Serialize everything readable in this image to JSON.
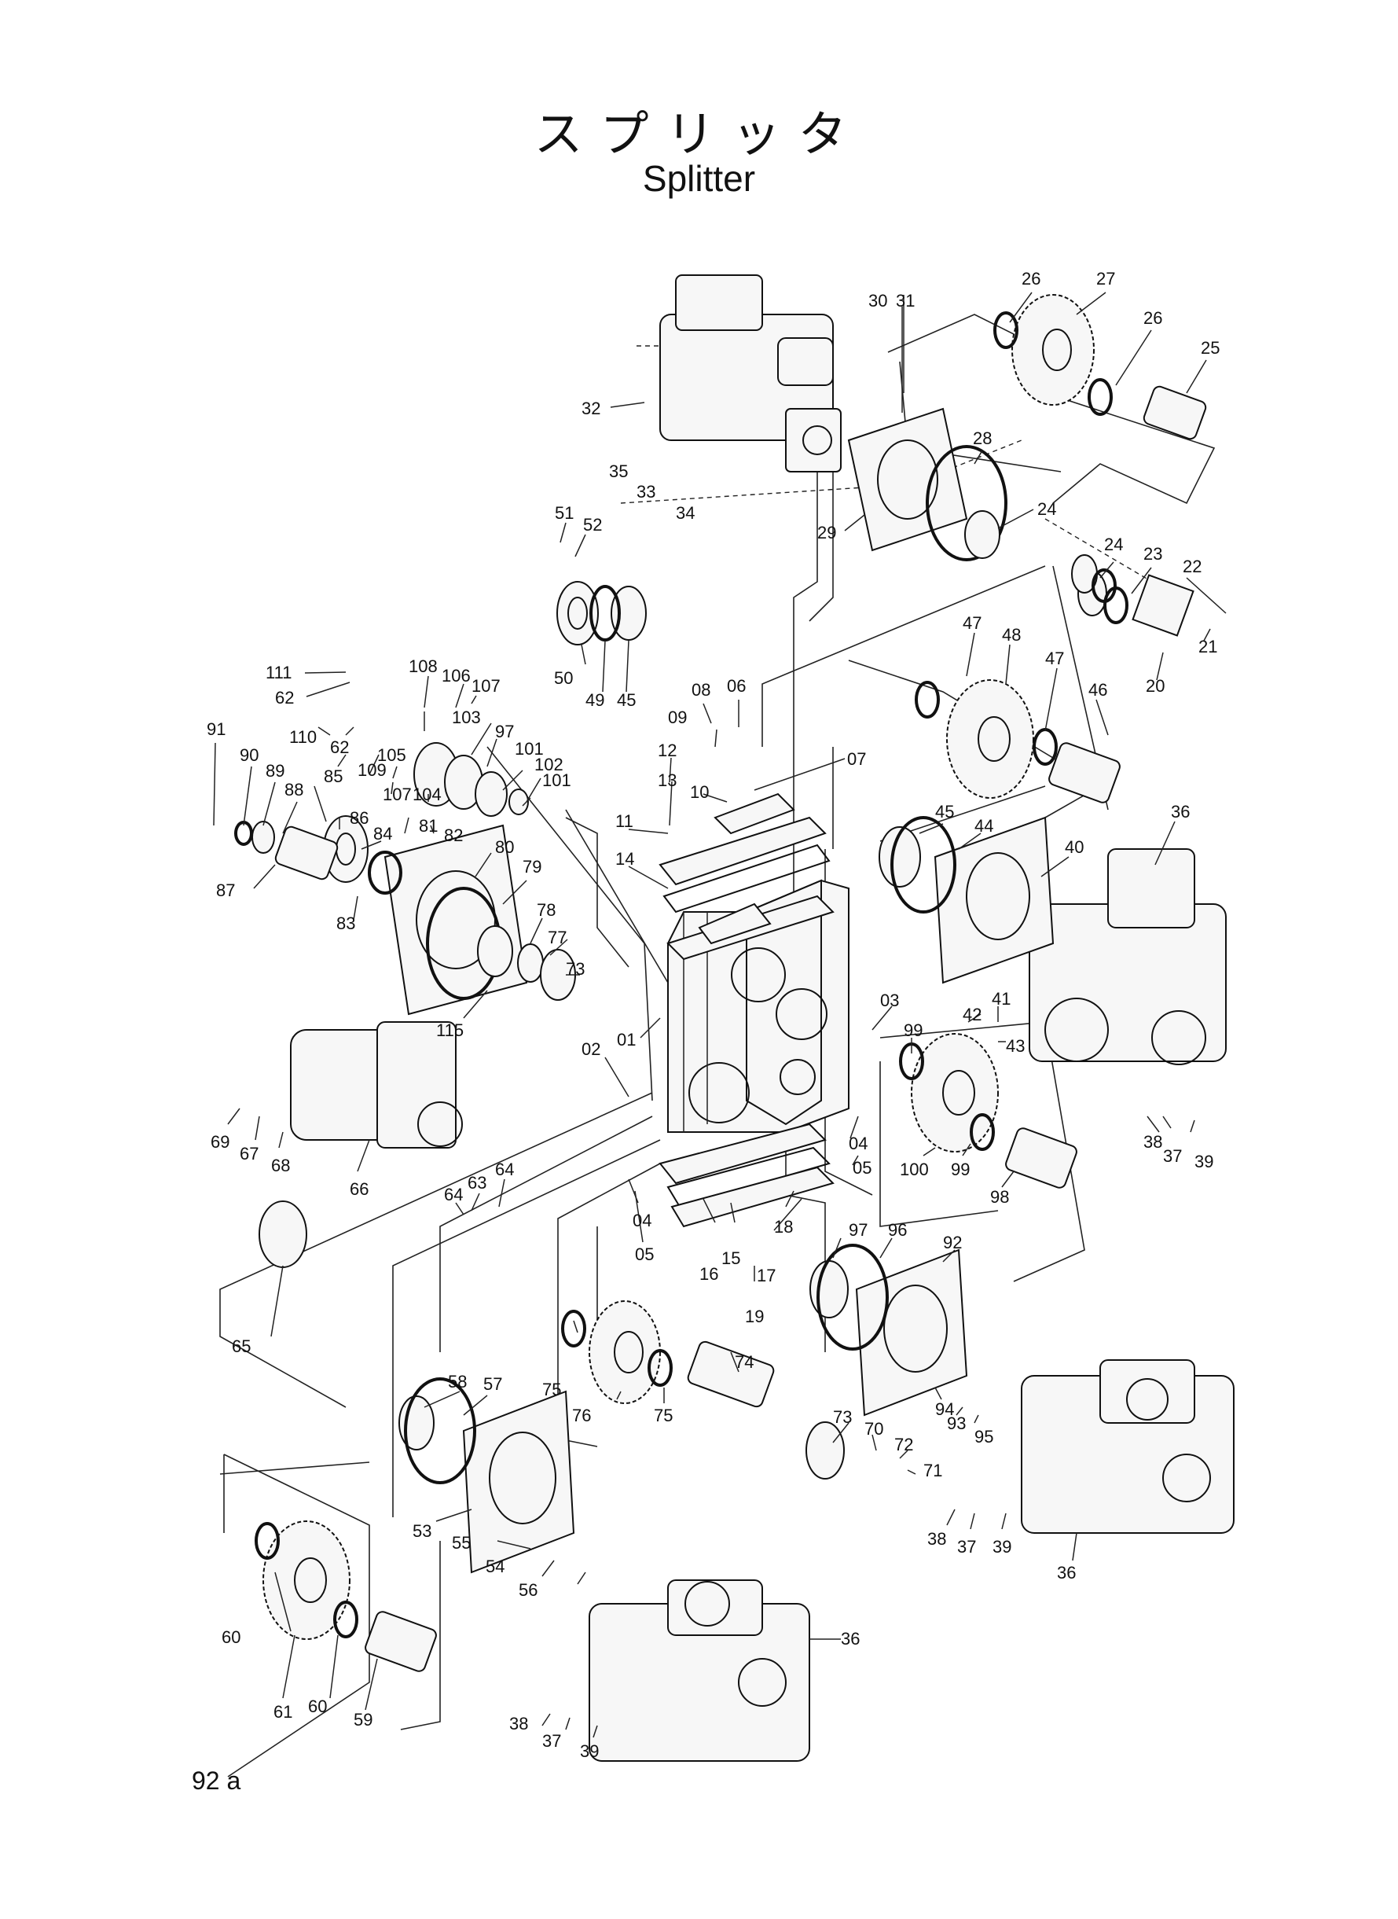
{
  "title": {
    "japanese": "スプリッタ",
    "english": "Splitter"
  },
  "page_number": "92 a",
  "callouts": [
    {
      "id": "c25",
      "text": "25"
    },
    {
      "id": "c26a",
      "text": "26"
    },
    {
      "id": "c26b",
      "text": "26"
    },
    {
      "id": "c27",
      "text": "27"
    },
    {
      "id": "c28",
      "text": "28"
    },
    {
      "id": "c24a",
      "text": "24"
    },
    {
      "id": "c29",
      "text": "29"
    },
    {
      "id": "c30",
      "text": "30"
    },
    {
      "id": "c31",
      "text": "31"
    },
    {
      "id": "c32",
      "text": "32"
    },
    {
      "id": "c33",
      "text": "33"
    },
    {
      "id": "c34",
      "text": "34"
    },
    {
      "id": "c35",
      "text": "35"
    },
    {
      "id": "c24b",
      "text": "24"
    },
    {
      "id": "c23",
      "text": "23"
    },
    {
      "id": "c22",
      "text": "22"
    },
    {
      "id": "c21",
      "text": "21"
    },
    {
      "id": "c20",
      "text": "20"
    },
    {
      "id": "c51",
      "text": "51"
    },
    {
      "id": "c52",
      "text": "52"
    },
    {
      "id": "c50",
      "text": "50"
    },
    {
      "id": "c49",
      "text": "49"
    },
    {
      "id": "c45a",
      "text": "45"
    },
    {
      "id": "c47a",
      "text": "47"
    },
    {
      "id": "c48",
      "text": "48"
    },
    {
      "id": "c47b",
      "text": "47"
    },
    {
      "id": "c46",
      "text": "46"
    },
    {
      "id": "c111",
      "text": "111"
    },
    {
      "id": "c108",
      "text": "108"
    },
    {
      "id": "c106",
      "text": "106"
    },
    {
      "id": "c107a",
      "text": "107"
    },
    {
      "id": "c62a",
      "text": "62"
    },
    {
      "id": "c110",
      "text": "110"
    },
    {
      "id": "c62b",
      "text": "62"
    },
    {
      "id": "c109",
      "text": "109"
    },
    {
      "id": "c103",
      "text": "103"
    },
    {
      "id": "c97a",
      "text": "97"
    },
    {
      "id": "c105",
      "text": "105"
    },
    {
      "id": "c107b",
      "text": "107"
    },
    {
      "id": "c104",
      "text": "104"
    },
    {
      "id": "c101a",
      "text": "101"
    },
    {
      "id": "c102",
      "text": "102"
    },
    {
      "id": "c101b",
      "text": "101"
    },
    {
      "id": "c91",
      "text": "91"
    },
    {
      "id": "c90",
      "text": "90"
    },
    {
      "id": "c89",
      "text": "89"
    },
    {
      "id": "c88",
      "text": "88"
    },
    {
      "id": "c85",
      "text": "85"
    },
    {
      "id": "c86",
      "text": "86"
    },
    {
      "id": "c87",
      "text": "87"
    },
    {
      "id": "c84",
      "text": "84"
    },
    {
      "id": "c81",
      "text": "81"
    },
    {
      "id": "c82",
      "text": "82"
    },
    {
      "id": "c80",
      "text": "80"
    },
    {
      "id": "c79",
      "text": "79"
    },
    {
      "id": "c78",
      "text": "78"
    },
    {
      "id": "c83",
      "text": "83"
    },
    {
      "id": "c77",
      "text": "77"
    },
    {
      "id": "c73a",
      "text": "73"
    },
    {
      "id": "c115",
      "text": "115"
    },
    {
      "id": "c08",
      "text": "08"
    },
    {
      "id": "c06",
      "text": "06"
    },
    {
      "id": "c09",
      "text": "09"
    },
    {
      "id": "c07",
      "text": "07"
    },
    {
      "id": "c12",
      "text": "12"
    },
    {
      "id": "c10",
      "text": "10"
    },
    {
      "id": "c13",
      "text": "13"
    },
    {
      "id": "c11",
      "text": "11"
    },
    {
      "id": "c14",
      "text": "14"
    },
    {
      "id": "c01",
      "text": "01"
    },
    {
      "id": "c02",
      "text": "02"
    },
    {
      "id": "c03",
      "text": "03"
    },
    {
      "id": "c45b",
      "text": "45"
    },
    {
      "id": "c44",
      "text": "44"
    },
    {
      "id": "c40",
      "text": "40"
    },
    {
      "id": "c36a",
      "text": "36"
    },
    {
      "id": "c41",
      "text": "41"
    },
    {
      "id": "c42",
      "text": "42"
    },
    {
      "id": "c43",
      "text": "43"
    },
    {
      "id": "c99a",
      "text": "99"
    },
    {
      "id": "c100",
      "text": "100"
    },
    {
      "id": "c99b",
      "text": "99"
    },
    {
      "id": "c98",
      "text": "98"
    },
    {
      "id": "c38a",
      "text": "38"
    },
    {
      "id": "c37a",
      "text": "37"
    },
    {
      "id": "c39a",
      "text": "39"
    },
    {
      "id": "c69",
      "text": "69"
    },
    {
      "id": "c67",
      "text": "67"
    },
    {
      "id": "c68",
      "text": "68"
    },
    {
      "id": "c66",
      "text": "66"
    },
    {
      "id": "c04a",
      "text": "04"
    },
    {
      "id": "c05a",
      "text": "05"
    },
    {
      "id": "c04b",
      "text": "04"
    },
    {
      "id": "c05b",
      "text": "05"
    },
    {
      "id": "c64a",
      "text": "64"
    },
    {
      "id": "c63",
      "text": "63"
    },
    {
      "id": "c64b",
      "text": "64"
    },
    {
      "id": "c18",
      "text": "18"
    },
    {
      "id": "c16",
      "text": "16"
    },
    {
      "id": "c15",
      "text": "15"
    },
    {
      "id": "c17",
      "text": "17"
    },
    {
      "id": "c19",
      "text": "19"
    },
    {
      "id": "c97b",
      "text": "97"
    },
    {
      "id": "c96",
      "text": "96"
    },
    {
      "id": "c92",
      "text": "92"
    },
    {
      "id": "c65",
      "text": "65"
    },
    {
      "id": "c58",
      "text": "58"
    },
    {
      "id": "c57",
      "text": "57"
    },
    {
      "id": "c75a",
      "text": "75"
    },
    {
      "id": "c74",
      "text": "74"
    },
    {
      "id": "c76",
      "text": "76"
    },
    {
      "id": "c75b",
      "text": "75"
    },
    {
      "id": "c94",
      "text": "94"
    },
    {
      "id": "c93",
      "text": "93"
    },
    {
      "id": "c95",
      "text": "95"
    },
    {
      "id": "c73b",
      "text": "73"
    },
    {
      "id": "c70",
      "text": "70"
    },
    {
      "id": "c72",
      "text": "72"
    },
    {
      "id": "c71",
      "text": "71"
    },
    {
      "id": "c38b",
      "text": "38"
    },
    {
      "id": "c37b",
      "text": "37"
    },
    {
      "id": "c39b",
      "text": "39"
    },
    {
      "id": "c36b",
      "text": "36"
    },
    {
      "id": "c53",
      "text": "53"
    },
    {
      "id": "c55",
      "text": "55"
    },
    {
      "id": "c54",
      "text": "54"
    },
    {
      "id": "c56",
      "text": "56"
    },
    {
      "id": "c36c",
      "text": "36"
    },
    {
      "id": "c60a",
      "text": "60"
    },
    {
      "id": "c61",
      "text": "61"
    },
    {
      "id": "c60b",
      "text": "60"
    },
    {
      "id": "c59",
      "text": "59"
    },
    {
      "id": "c38c",
      "text": "38"
    },
    {
      "id": "c37c",
      "text": "37"
    },
    {
      "id": "c39c",
      "text": "39"
    }
  ]
}
